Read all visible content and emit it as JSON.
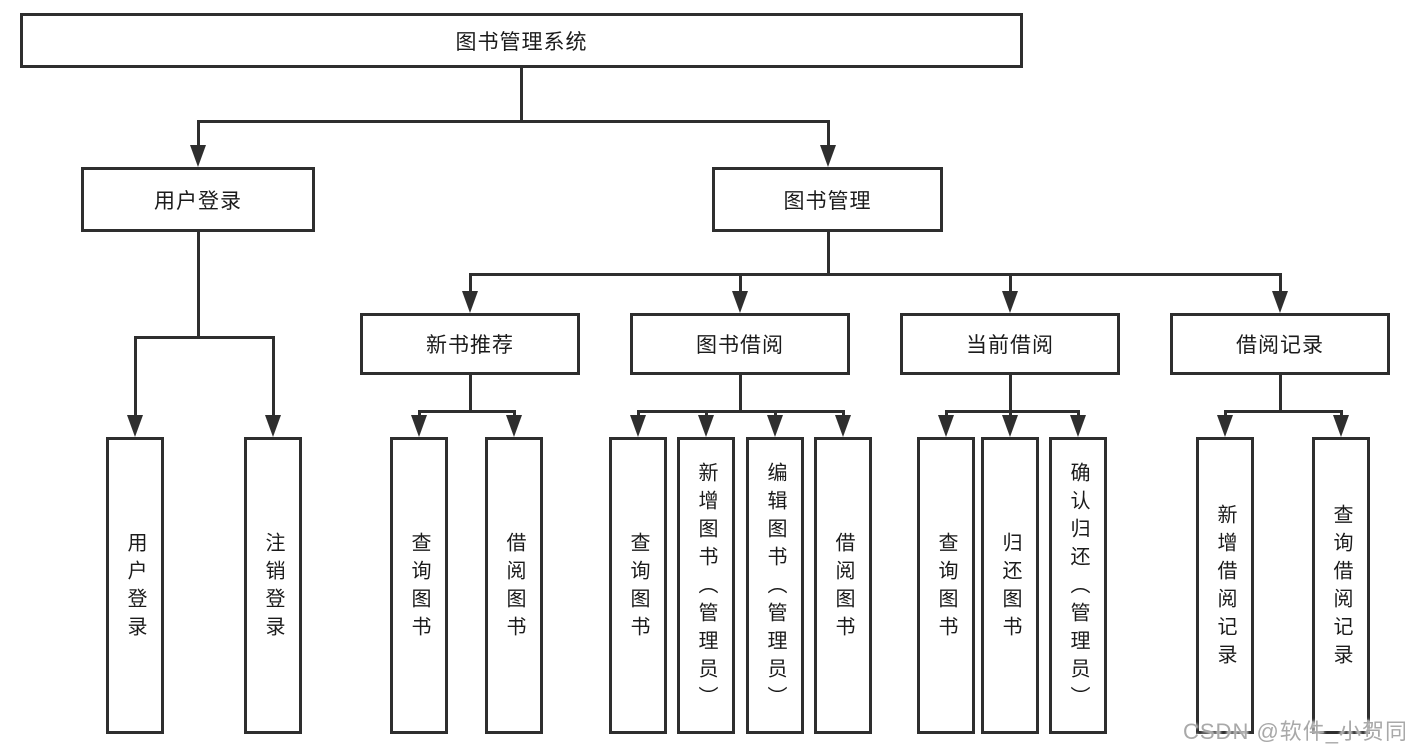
{
  "diagram": {
    "watermark": "CSDN @软件_小贺同学",
    "colors": {
      "line": "#2e2e2e",
      "text": "#1b1b1b",
      "background": "#ffffff",
      "watermark": "#a9a9a9"
    },
    "nodes": {
      "root": {
        "label": "图书管理系统"
      },
      "level2": [
        {
          "id": "user-login",
          "label": "用户登录"
        },
        {
          "id": "book-management",
          "label": "图书管理"
        }
      ],
      "level3": [
        {
          "id": "new-book-recommend",
          "parent": "图书管理",
          "label": "新书推荐"
        },
        {
          "id": "book-borrowing",
          "parent": "图书管理",
          "label": "图书借阅"
        },
        {
          "id": "current-borrowing",
          "parent": "图书管理",
          "label": "当前借阅"
        },
        {
          "id": "borrowing-records",
          "parent": "图书管理",
          "label": "借阅记录"
        }
      ],
      "leaves": [
        {
          "parent": "用户登录",
          "label": "用户登录"
        },
        {
          "parent": "用户登录",
          "label": "注销登录"
        },
        {
          "parent": "新书推荐",
          "label": "查询图书"
        },
        {
          "parent": "新书推荐",
          "label": "借阅图书"
        },
        {
          "parent": "图书借阅",
          "label": "查询图书"
        },
        {
          "parent": "图书借阅",
          "label": "新增图书（管理员）"
        },
        {
          "parent": "图书借阅",
          "label": "编辑图书（管理员）"
        },
        {
          "parent": "图书借阅",
          "label": "借阅图书"
        },
        {
          "parent": "当前借阅",
          "label": "查询图书"
        },
        {
          "parent": "当前借阅",
          "label": "归还图书"
        },
        {
          "parent": "当前借阅",
          "label": "确认归还（管理员）"
        },
        {
          "parent": "借阅记录",
          "label": "新增借阅记录"
        },
        {
          "parent": "借阅记录",
          "label": "查询借阅记录"
        }
      ]
    }
  }
}
